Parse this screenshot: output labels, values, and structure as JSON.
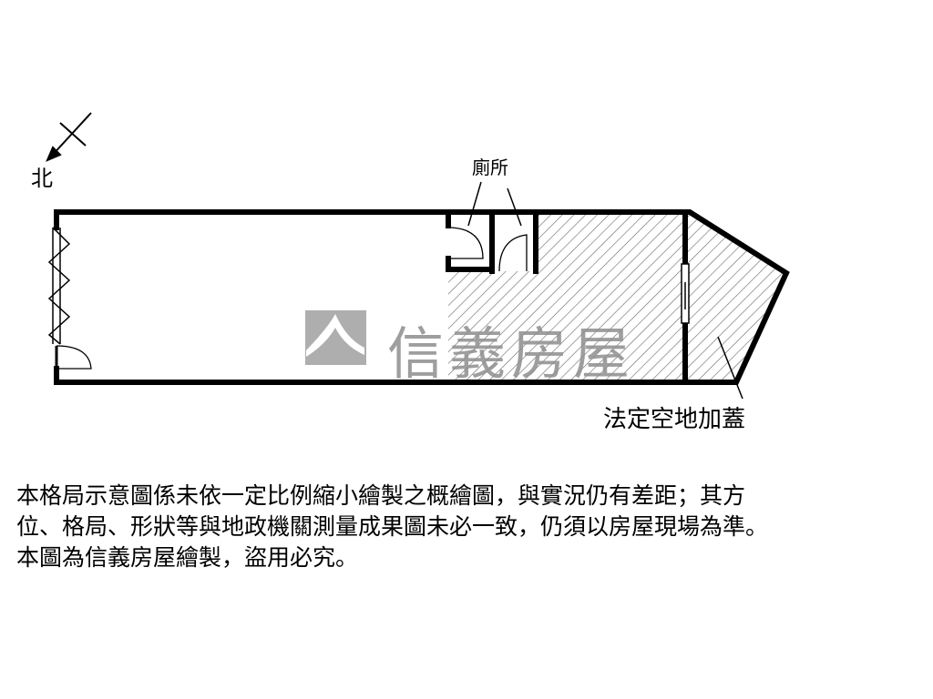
{
  "plan": {
    "north_label": "北",
    "toilet_label": "廁所",
    "addon_label": "法定空地加蓋",
    "watermark_brand": "信義房屋"
  },
  "disclaimer": {
    "lines": [
      "本格局示意圖係未依一定比例縮小繪製之概繪圖，與實況仍有差距；其方",
      "位、格局、形狀等與地政機關測量成果圖未必一致，仍須以房屋現場為準。",
      "本圖為信義房屋繪製，盜用必究。"
    ]
  },
  "colors": {
    "wall": "#000000",
    "hatch": "#555555",
    "watermark": "#8e8e8e"
  }
}
